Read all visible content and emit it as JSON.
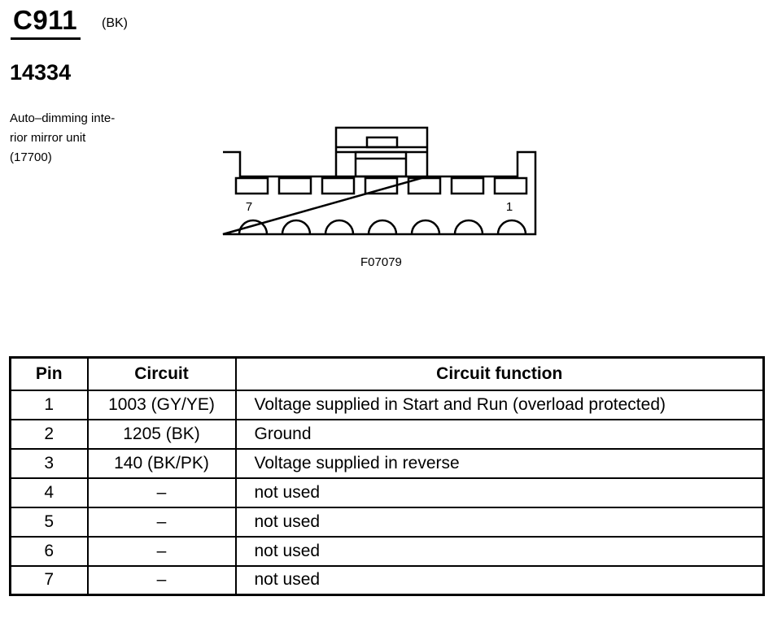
{
  "header": {
    "connector_id": "C911",
    "connector_color": "(BK)",
    "part_number": "14334",
    "description_lines": [
      "Auto–dimming inte-",
      "rior mirror unit",
      "(17700)"
    ]
  },
  "diagram": {
    "pin_left_label": "7",
    "pin_right_label": "1",
    "figure_code": "F07079"
  },
  "table": {
    "headers": [
      "Pin",
      "Circuit",
      "Circuit function"
    ],
    "rows": [
      [
        "1",
        "1003 (GY/YE)",
        "Voltage supplied in Start and Run (overload protected)"
      ],
      [
        "2",
        "1205 (BK)",
        "Ground"
      ],
      [
        "3",
        "140 (BK/PK)",
        "Voltage supplied in reverse"
      ],
      [
        "4",
        "–",
        "not used"
      ],
      [
        "5",
        "–",
        "not used"
      ],
      [
        "6",
        "–",
        "not used"
      ],
      [
        "7",
        "–",
        "not used"
      ]
    ]
  }
}
